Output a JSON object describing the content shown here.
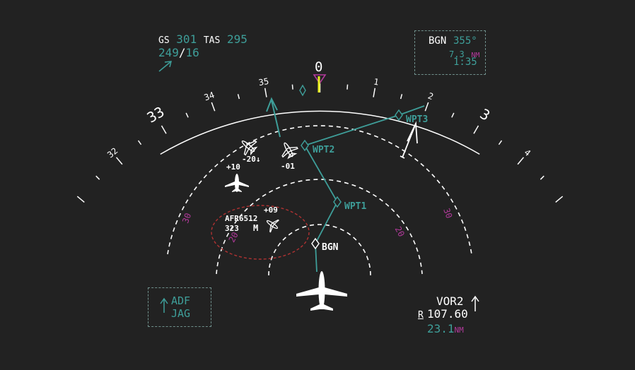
{
  "colors": {
    "background": "#222222",
    "white": "#ffffff",
    "cyan": "#3e9e99",
    "magenta": "#b33a9c",
    "heading_bug": "#e8f020",
    "traffic_ring": "#b03232"
  },
  "speed_wind": {
    "gs_label": "GS",
    "gs_value": "301",
    "tas_label": "TAS",
    "tas_value": "295",
    "wind_dir": "249",
    "wind_sep": "/",
    "wind_speed": "16",
    "wind_arrow_icon": "wind-arrow-icon"
  },
  "active_wpt": {
    "name": "BGN",
    "bearing": "355°",
    "dist_value": "7.3",
    "dist_unit": "NM",
    "ete": "1:35"
  },
  "compass": {
    "heading_digit": "0",
    "labels": [
      {
        "text": "32",
        "size": "small"
      },
      {
        "text": "33",
        "size": "large"
      },
      {
        "text": "34",
        "size": "small"
      },
      {
        "text": "35",
        "size": "small"
      },
      {
        "text": "1",
        "size": "small"
      },
      {
        "text": "2",
        "size": "small"
      },
      {
        "text": "3",
        "size": "large"
      },
      {
        "text": "4",
        "size": "small"
      }
    ]
  },
  "range_rings": [
    {
      "text": "30"
    },
    {
      "text": "20"
    },
    {
      "text": "20"
    },
    {
      "text": "30"
    }
  ],
  "route": {
    "waypoints": [
      {
        "name": "BGN"
      },
      {
        "name": "WPT1"
      },
      {
        "name": "WPT2"
      },
      {
        "name": "WPT3"
      }
    ]
  },
  "traffic": [
    {
      "id": "traffic-upper-left",
      "label": "-20↓"
    },
    {
      "id": "traffic-center",
      "label": "-01"
    },
    {
      "id": "traffic-left",
      "label": "+10"
    },
    {
      "id": "traffic-selected",
      "label": "+09",
      "callsign": "AFR6512",
      "speed": "323",
      "category": "M"
    }
  ],
  "bearing_pointer": {
    "type_label": "ADF",
    "station": "JAG"
  },
  "vor": {
    "name": "VOR2",
    "tuning_letter": "R",
    "frequency": "107.60",
    "distance_value": "23.1",
    "distance_unit": "NM"
  }
}
